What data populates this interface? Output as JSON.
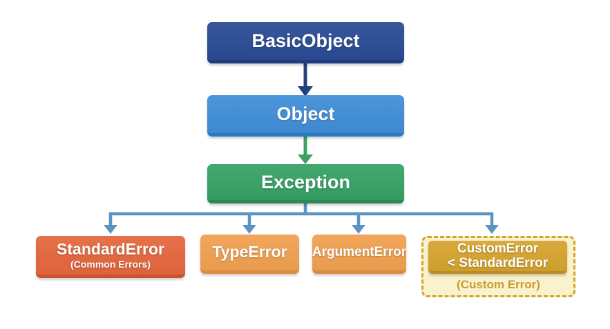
{
  "diagram": {
    "description": "Class hierarchy diagram of error/exception classes",
    "nodes": {
      "basic_object": {
        "label": "BasicObject",
        "color": "#2a4a94"
      },
      "object": {
        "label": "Object",
        "color": "#3f8dd6"
      },
      "exception": {
        "label": "Exception",
        "color": "#35a164"
      },
      "standard_error": {
        "label": "StandardError",
        "sublabel": "(Common Errors)",
        "color": "#e4663c"
      },
      "type_error": {
        "label": "TypeError",
        "color": "#f0a050"
      },
      "argument_error": {
        "label": "ArgumentError",
        "color": "#f0a050"
      },
      "custom_error": {
        "label_line1": "CustomError",
        "label_line2": "< StandardError",
        "sublabel": "(Custom Error)",
        "color": "#d5a32e",
        "container_color": "#faf2cc",
        "border_color": "#d4a52b",
        "sublabel_color": "#c79b2e"
      }
    },
    "edges": [
      {
        "from": "BasicObject",
        "to": "Object",
        "color": "#24407f"
      },
      {
        "from": "Object",
        "to": "Exception",
        "color": "#3aa363"
      },
      {
        "from": "Exception",
        "to": "StandardError",
        "color": "#5b93c4"
      },
      {
        "from": "Exception",
        "to": "TypeError",
        "color": "#5b93c4"
      },
      {
        "from": "Exception",
        "to": "ArgumentError",
        "color": "#5b93c4"
      },
      {
        "from": "Exception",
        "to": "CustomError < StandardError",
        "color": "#5b93c4"
      }
    ]
  }
}
